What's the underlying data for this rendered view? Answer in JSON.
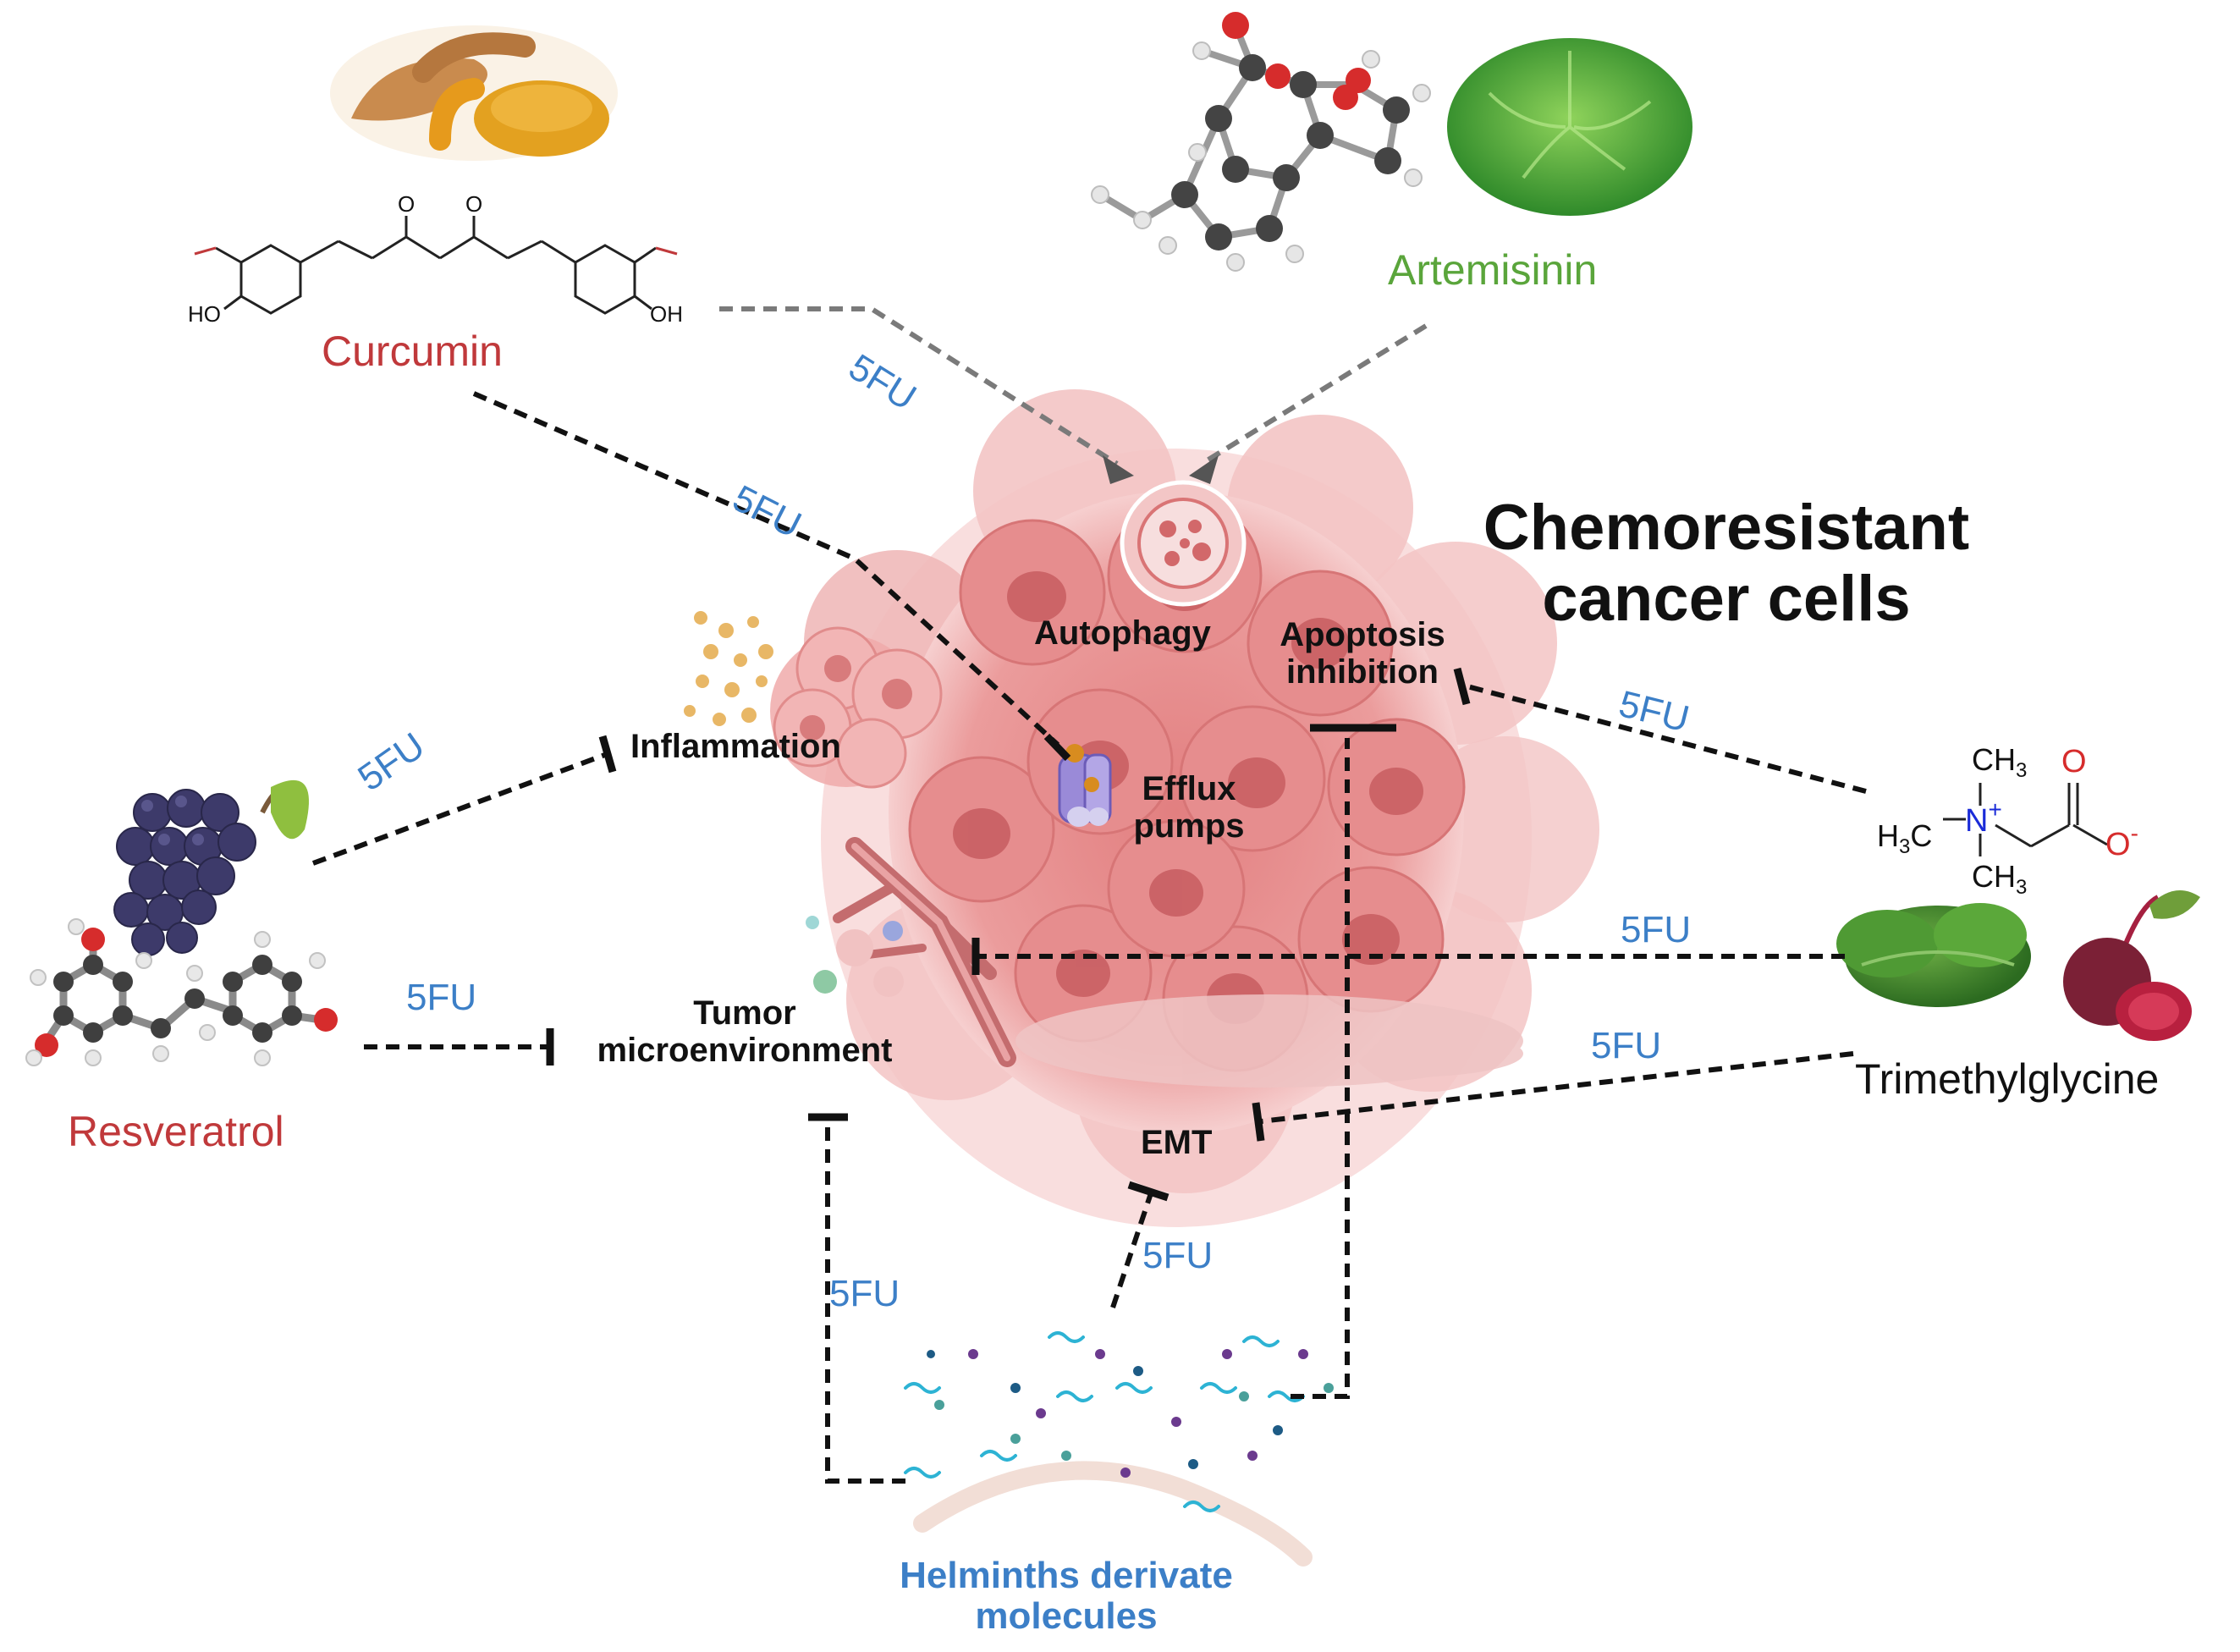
{
  "colors": {
    "cell_fill": "#e58a8a",
    "cell_nucleus": "#c95f63",
    "drug_red": "#c0393b",
    "drug_green": "#5aa53b",
    "fu_blue": "#3c7fc7",
    "line_black": "#111111",
    "line_gray": "#7a7a7a"
  },
  "title": {
    "line1": "Chemoresistant",
    "line2": "cancer cells"
  },
  "drugs": {
    "curcumin": "Curcumin",
    "artemisinin": "Artemisinin",
    "resveratrol": "Resveratrol",
    "trimethylglycine": "Trimethylglycine"
  },
  "mechanisms": {
    "autophagy": "Autophagy",
    "apoptosis_line1": "Apoptosis",
    "apoptosis_line2": "inhibition",
    "inflammation": "Inflammation",
    "efflux_line1": "Efflux",
    "efflux_line2": "pumps",
    "tme_line1": "Tumor",
    "tme_line2": "microenvironment",
    "emt": "EMT"
  },
  "helminths": {
    "line1": "Helminths derivate",
    "line2": "molecules"
  },
  "fu_label": "5FU",
  "chem_labels": {
    "curc_o1": "O",
    "curc_o2": "O",
    "curc_ho_left": "HO",
    "curc_oh_right": "OH",
    "ch3_top": "CH",
    "sub3": "3",
    "h3c": "H",
    "n_plus": "N",
    "plus": "+",
    "carb_o": "O",
    "carb_o_minus": "O",
    "minus": "-"
  },
  "icons": [
    "turmeric-image",
    "artemisia-plant-image",
    "grape-image",
    "spinach-image",
    "beetroot-image",
    "autophagosome-icon",
    "efflux-pump-icon",
    "blood-vessel-icon",
    "worm-icon"
  ]
}
